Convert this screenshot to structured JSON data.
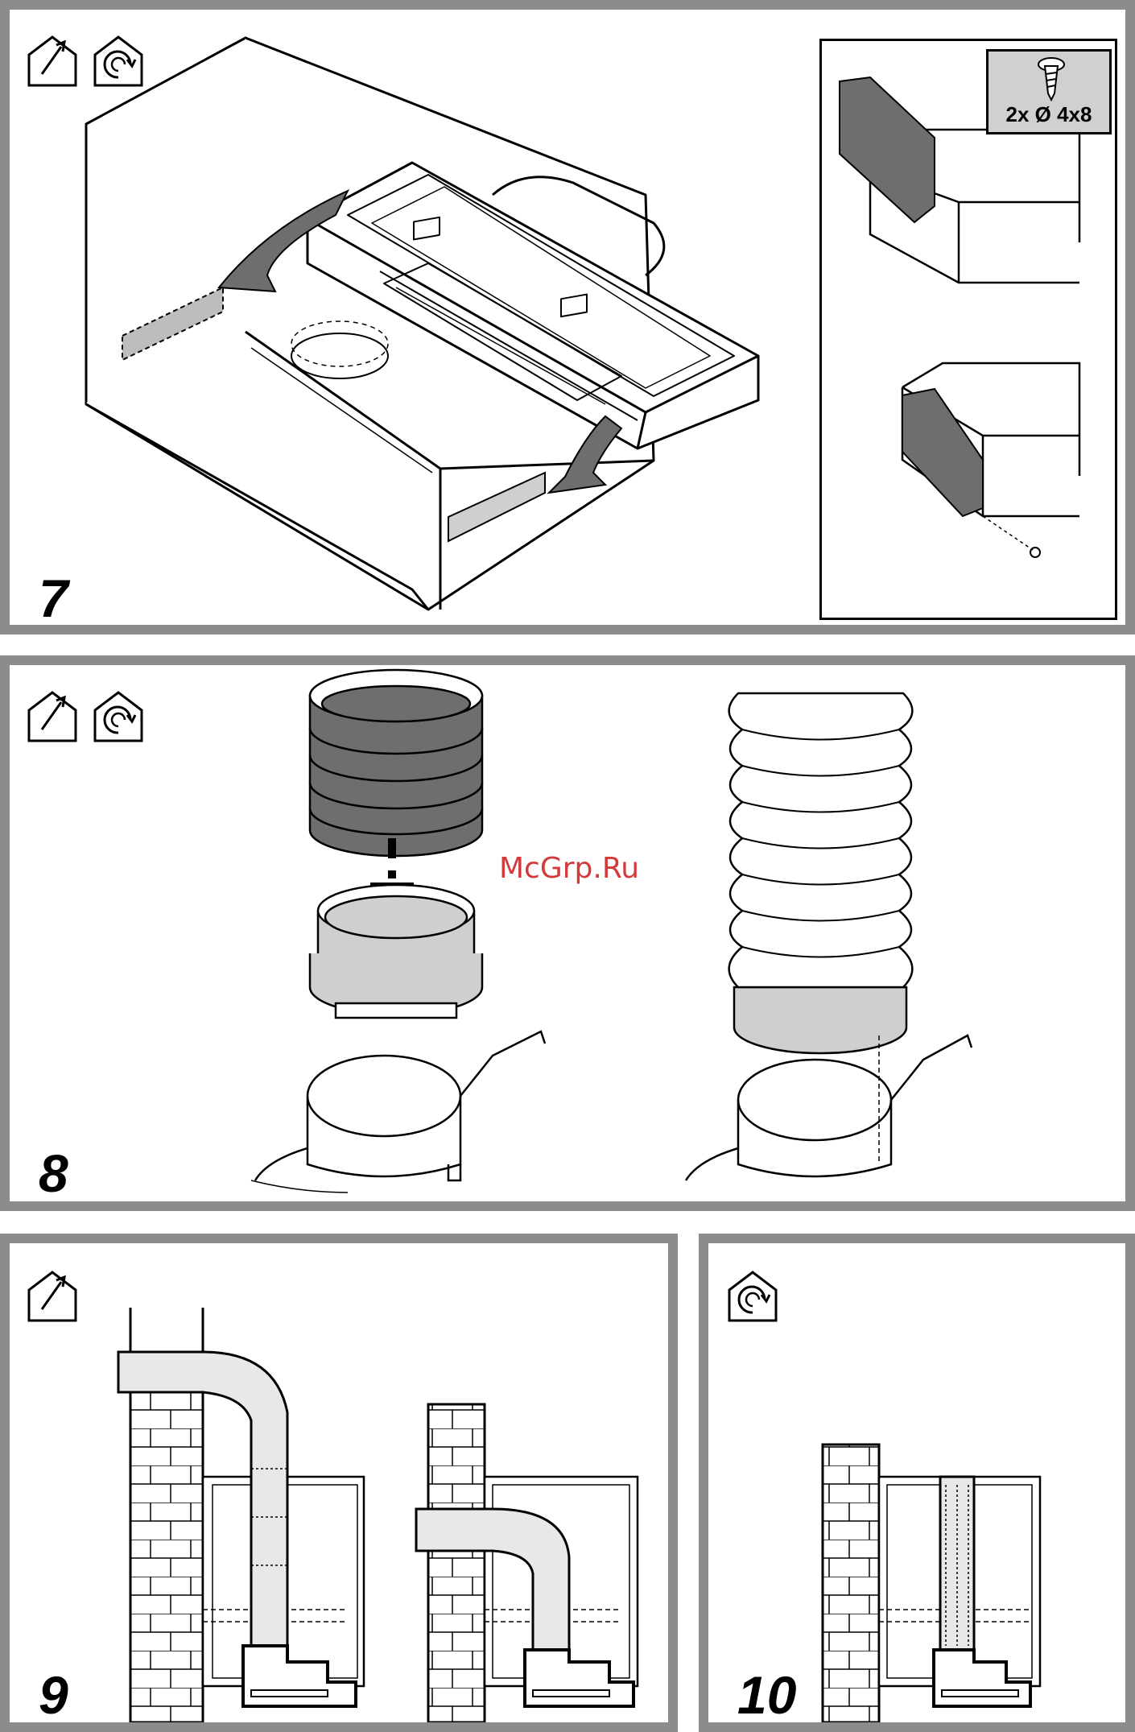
{
  "steps": [
    {
      "number": "7"
    },
    {
      "number": "8"
    },
    {
      "number": "9"
    },
    {
      "number": "10"
    }
  ],
  "screw_spec": "2x Ø 4x8",
  "watermark": "McGrp.Ru",
  "icons": [
    "duct-out-house-icon",
    "recirculation-house-icon"
  ],
  "colors": {
    "frame": "#8c8c8c",
    "part_dark": "#6e6e6e",
    "part_light": "#cfcfcf",
    "watermark": "#d33a3a"
  }
}
